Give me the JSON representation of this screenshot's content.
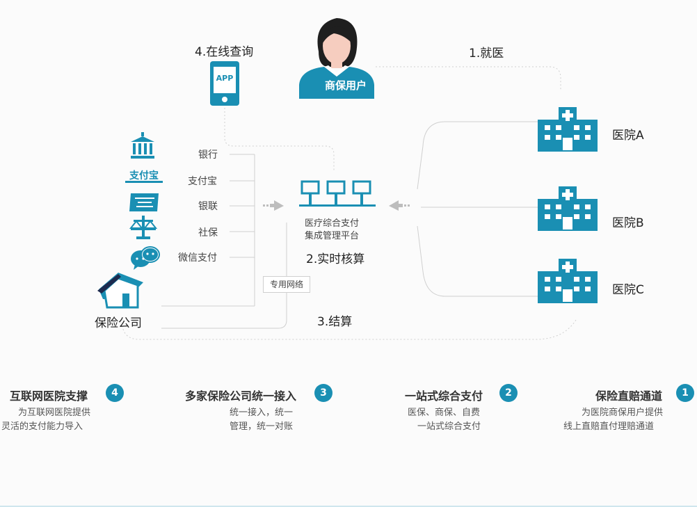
{
  "colors": {
    "primary": "#1a8fb3",
    "line": "#cfcfcf"
  },
  "user": {
    "label": "商保用户"
  },
  "app": {
    "label": "APP",
    "step": "4.在线查询"
  },
  "step1": {
    "label": "1.就医"
  },
  "step2": {
    "label": "2.实时核算"
  },
  "step3": {
    "label": "3.结算"
  },
  "platform": {
    "line1": "医疗综合支付",
    "line2": "集成管理平台"
  },
  "private_network": {
    "label": "专用网络"
  },
  "payment_channels": [
    {
      "label": "银行",
      "icon": "bank-icon"
    },
    {
      "label": "支付宝",
      "icon": "alipay-icon"
    },
    {
      "label": "银联",
      "icon": "unionpay-icon"
    },
    {
      "label": "社保",
      "icon": "scales-icon"
    },
    {
      "label": "微信支付",
      "icon": "wechat-icon"
    }
  ],
  "insurance_company": {
    "label": "保险公司"
  },
  "hospitals": [
    {
      "label": "医院A"
    },
    {
      "label": "医院B"
    },
    {
      "label": "医院C"
    }
  ],
  "features": [
    {
      "num": "1",
      "title": "保险直赔通道",
      "desc1": "为医院商保用户提供",
      "desc2": "线上直赔直付理赔通道"
    },
    {
      "num": "2",
      "title": "一站式综合支付",
      "desc1": "医保、商保、自费",
      "desc2": "一站式综合支付"
    },
    {
      "num": "3",
      "title": "多家保险公司统一接入",
      "desc1": "统一接入，统一",
      "desc2": "管理，统一对账"
    },
    {
      "num": "4",
      "title": "互联网医院支撑",
      "desc1": "为互联网医院提供",
      "desc2": "灵活的支付能力导入"
    }
  ]
}
